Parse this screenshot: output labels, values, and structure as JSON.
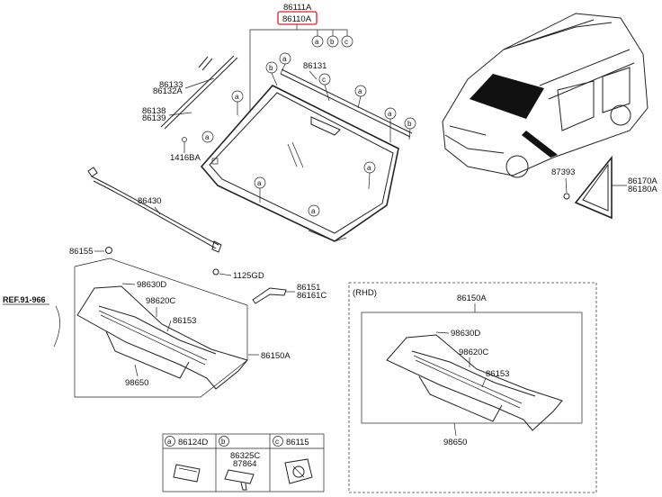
{
  "header": {
    "part_top": "86111A",
    "part_highlight": "86110A",
    "highlight_color": "#e02020"
  },
  "windshield": {
    "labels": {
      "p86133": "86133",
      "p86132A": "86132A",
      "p86138": "86138",
      "p86139": "86139",
      "p1416BA": "1416BA",
      "p86131": "86131",
      "p86430": "86430"
    }
  },
  "side_glass": {
    "p87393": "87393",
    "p86170A": "86170A",
    "p86180A": "86180A"
  },
  "cowl_left": {
    "p86155": "86155",
    "p1125GD": "1125GD",
    "p86151": "86151",
    "p86161C": "86161C",
    "ref": "REF.91-966",
    "p98630D": "98630D",
    "p98620C": "98620C",
    "p86153": "86153",
    "p86150A": "86150A",
    "p98650": "98650"
  },
  "cowl_rhd": {
    "title": "(RHD)",
    "p86150A": "86150A",
    "p98630D": "98630D",
    "p98620C": "98620C",
    "p86153": "86153",
    "p98650": "98650"
  },
  "legend": {
    "a": {
      "letter": "a",
      "part": "86124D"
    },
    "b": {
      "letter": "b",
      "part_1": "86325C",
      "part_2": "87864"
    },
    "c": {
      "letter": "c",
      "part": "86115"
    }
  },
  "callouts": [
    "a",
    "b",
    "c"
  ]
}
